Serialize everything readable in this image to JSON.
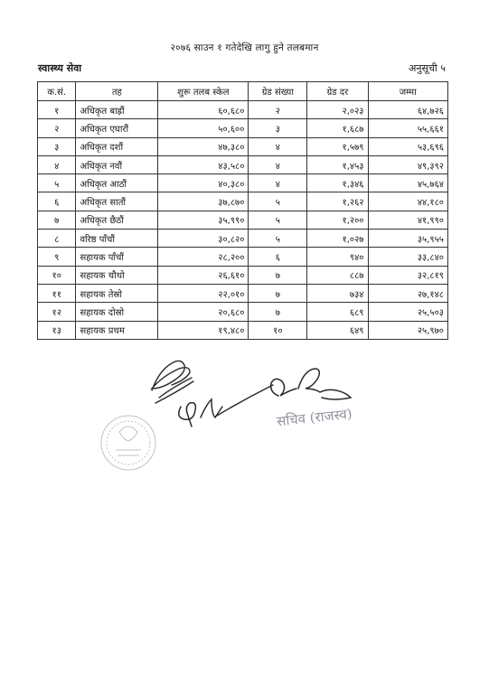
{
  "document": {
    "title": "२०७६ साउन १ गतेदेखि लागु हुने तलबमान",
    "service": "स्वास्थ्य सेवा",
    "schedule": "अनुसूची ५"
  },
  "table": {
    "headers": [
      "क.सं.",
      "तह",
      "शुरू तलब स्केल",
      "ग्रेड संख्या",
      "ग्रेड दर",
      "जम्मा"
    ],
    "rows": [
      {
        "sn": "१",
        "rank": "अधिकृत बाह्रौं",
        "scale": "६०,६८०",
        "grade_count": "२",
        "grade_rate": "२,०२३",
        "total": "६४,७२६"
      },
      {
        "sn": "२",
        "rank": "अधिकृत एघारौं",
        "scale": "५०,६००",
        "grade_count": "३",
        "grade_rate": "१,६८७",
        "total": "५५,६६१"
      },
      {
        "sn": "३",
        "rank": "अधिकृत दशौं",
        "scale": "४७,३८०",
        "grade_count": "४",
        "grade_rate": "१,५७९",
        "total": "५३,६९६"
      },
      {
        "sn": "४",
        "rank": "अधिकृत नवौं",
        "scale": "४३,५८०",
        "grade_count": "४",
        "grade_rate": "१,४५३",
        "total": "४९,३९२"
      },
      {
        "sn": "५",
        "rank": "अधिकृत आठौं",
        "scale": "४०,३८०",
        "grade_count": "४",
        "grade_rate": "१,३४६",
        "total": "४५,७६४"
      },
      {
        "sn": "६",
        "rank": "अधिकृत सातौं",
        "scale": "३७,८७०",
        "grade_count": "५",
        "grade_rate": "१,२६२",
        "total": "४४,१८०"
      },
      {
        "sn": "७",
        "rank": "अधिकृत छैठौं",
        "scale": "३५,९९०",
        "grade_count": "५",
        "grade_rate": "१,२००",
        "total": "४१,९९०"
      },
      {
        "sn": "८",
        "rank": "वरिष्ठ पाँचौं",
        "scale": "३०,८२०",
        "grade_count": "५",
        "grade_rate": "१,०२७",
        "total": "३५,९५५"
      },
      {
        "sn": "९",
        "rank": "सहायक पाँचौं",
        "scale": "२८,२००",
        "grade_count": "६",
        "grade_rate": "९४०",
        "total": "३३,८४०"
      },
      {
        "sn": "१०",
        "rank": "सहायक चौथो",
        "scale": "२६,६१०",
        "grade_count": "७",
        "grade_rate": "८८७",
        "total": "३२,८१९"
      },
      {
        "sn": "११",
        "rank": "सहायक तेस्रो",
        "scale": "२२,०१०",
        "grade_count": "७",
        "grade_rate": "७३४",
        "total": "२७,१४८"
      },
      {
        "sn": "१२",
        "rank": "सहायक दोस्रो",
        "scale": "२०,६८०",
        "grade_count": "७",
        "grade_rate": "६८९",
        "total": "२५,५०३"
      },
      {
        "sn": "१३",
        "rank": "सहायक प्रथम",
        "scale": "१९,४८०",
        "grade_count": "१०",
        "grade_rate": "६४९",
        "total": "२५,९७०"
      }
    ]
  },
  "signatures": {
    "caption": "सचिव (राजस्व)",
    "stamp_text": "नेपाल सरकार"
  },
  "colors": {
    "ink": "#1a1a1a",
    "signature": "#2a2a2a",
    "stamp": "#8a8f9a",
    "caption": "#7b7f8c"
  }
}
